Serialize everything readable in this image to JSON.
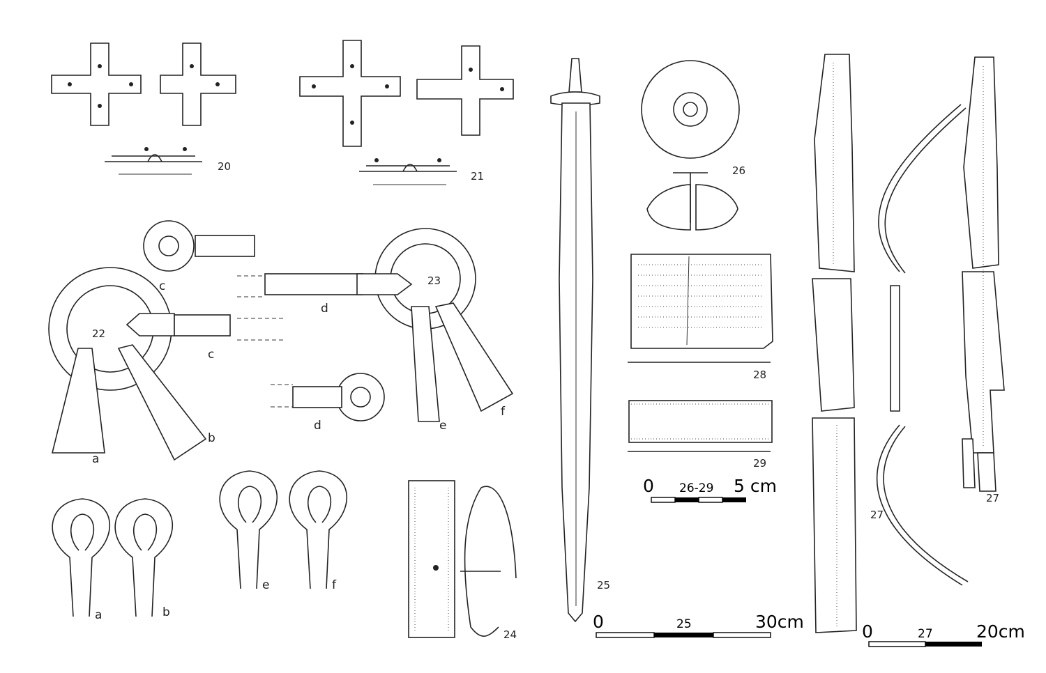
{
  "figure_numbers": {
    "f20": "20",
    "f21": "21",
    "f22": "22",
    "f23": "23",
    "f24": "24",
    "f25": "25",
    "f26": "26",
    "f27a": "27",
    "f27b": "27",
    "f28": "28",
    "f29": "29"
  },
  "sub_labels": {
    "c_top": "c",
    "c_mid": "c",
    "d_top": "d",
    "d_bottom": "d",
    "a_22": "a",
    "b_22": "b",
    "e_23": "e",
    "f_23": "f",
    "a_bottom": "a",
    "b_bottom": "b",
    "e_bottom": "e",
    "f_bottom": "f"
  },
  "scales": {
    "scale_26_29": {
      "left": "0",
      "mid": "26-29",
      "right": "5 cm"
    },
    "scale_25": {
      "left": "0",
      "mid": "25",
      "right": "30cm"
    },
    "scale_27": {
      "left": "0",
      "mid": "27",
      "right": "20cm"
    }
  }
}
